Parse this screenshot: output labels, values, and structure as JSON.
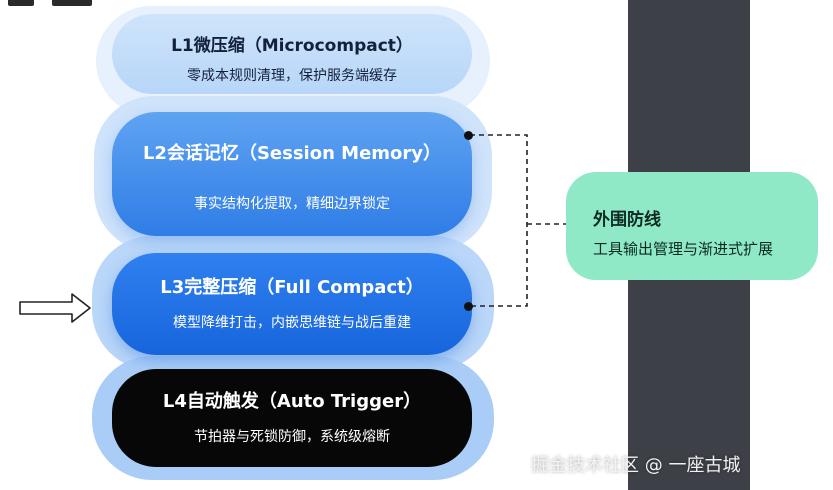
{
  "layers": [
    {
      "title": "L1微压缩（Microcompact）",
      "subtitle": "零成本规则清理，保护服务端缓存"
    },
    {
      "title": "L2会话记忆（Session Memory）",
      "subtitle": "事实结构化提取，精细边界锁定"
    },
    {
      "title": "L3完整压缩（Full Compact）",
      "subtitle": "模型降维打击，内嵌思维链与战后重建"
    },
    {
      "title": "L4自动触发（Auto Trigger）",
      "subtitle": "节拍器与死锁防御，系统级熔断"
    }
  ],
  "perimeter": {
    "title": "外围防线",
    "subtitle": "工具输出管理与渐进式扩展"
  },
  "watermark": "掘金技术社区 @ 一座古城",
  "colors": {
    "l1": "#cfe4fb",
    "l2": "#3d8cec",
    "l3": "#1f70e6",
    "l4": "#070707",
    "perimeter": "#8fe8c6",
    "dark_bar": "#3d4047"
  }
}
